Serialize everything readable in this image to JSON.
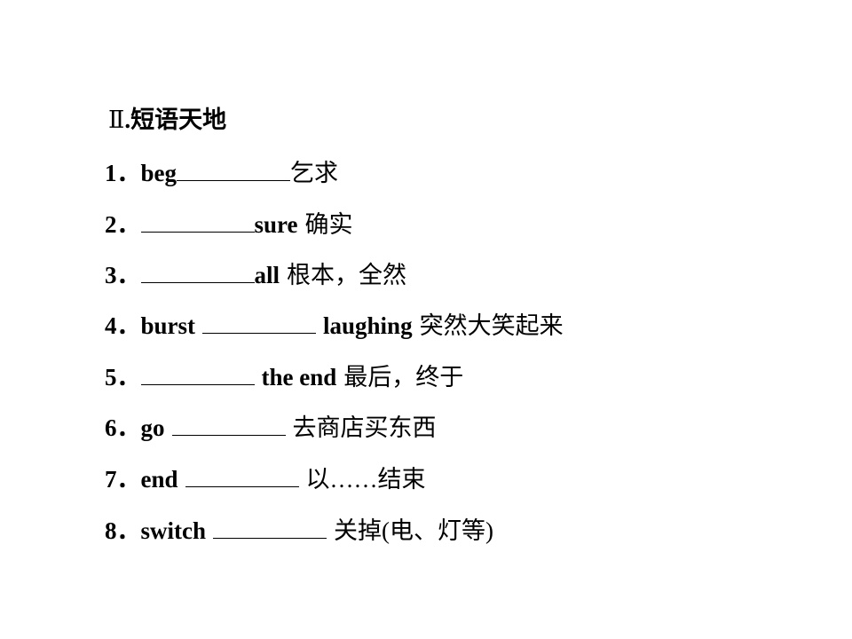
{
  "section": {
    "numeral": "Ⅱ",
    "title": ".短语天地"
  },
  "items": [
    {
      "num": "1．",
      "pre": "beg",
      "post": "",
      "cn": "乞求"
    },
    {
      "num": "2．",
      "pre": "",
      "post": "sure",
      "cn": "确实"
    },
    {
      "num": "3．",
      "pre": "",
      "post": "all",
      "cn": "根本，全然"
    },
    {
      "num": "4．",
      "pre": "burst",
      "post": "laughing",
      "cn": "突然大笑起来"
    },
    {
      "num": "5．",
      "pre": "",
      "post": "the end",
      "cn": "最后，终于"
    },
    {
      "num": "6．",
      "pre": "go",
      "post": "",
      "cn": "去商店买东西"
    },
    {
      "num": "7．",
      "pre": "end",
      "post": "",
      "cn": "以……结束"
    },
    {
      "num": "8．",
      "pre": "switch",
      "post": "",
      "cn": "关掉(电、灯等)"
    }
  ]
}
